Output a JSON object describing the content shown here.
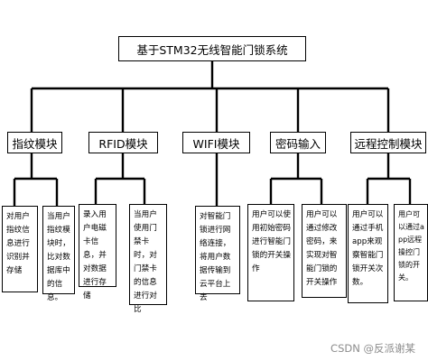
{
  "root": {
    "label": "基于STM32无线智能门锁系统"
  },
  "modules": [
    {
      "label": "指纹模块",
      "children": [
        "对用户指纹信息进行识别并存储",
        "当用户指纹模块时，比对数据库中的信息。"
      ]
    },
    {
      "label": "RFID模块",
      "children": [
        "录入用户电磁卡信息，并对数据进行存储",
        "当用户使用门禁卡时，对门禁卡的信息进行对比"
      ]
    },
    {
      "label": "WIFI模块",
      "children": [
        "对智能门锁进行网络连接，将用户数据传输到云平台上去"
      ]
    },
    {
      "label": "密码输入",
      "children": [
        "用户可以使用初始密码进行智能门锁的开关操作",
        "用户可以通过修改密码，来实现对智能门锁的开关操作"
      ]
    },
    {
      "label": "远程控制模块",
      "children": [
        "用户可以通过手机app来观察智能门锁开关次数。",
        "用户可以通过app远程操控门锁的开关。"
      ]
    }
  ],
  "watermark": "CSDN @反派谢某"
}
